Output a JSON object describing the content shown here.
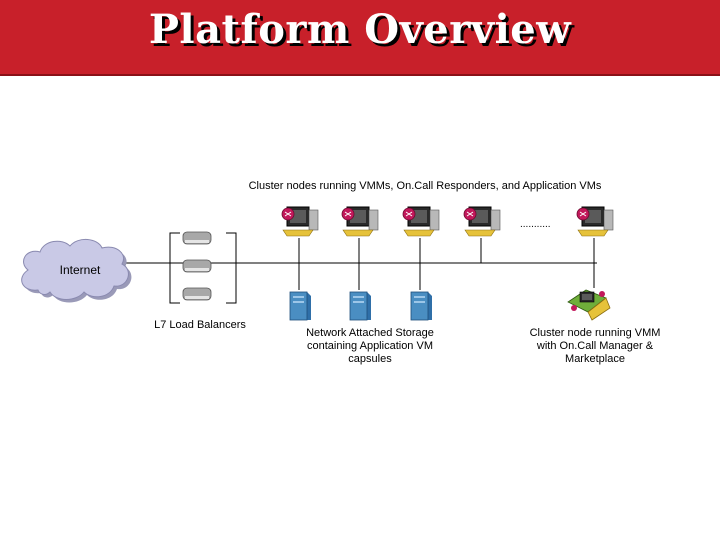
{
  "title": "Platform Overview",
  "colors": {
    "title_bg": "#c8202a",
    "cloud": "#c9c9e6",
    "server": "#4a8ec2"
  },
  "diagram": {
    "cluster_caption": "Cluster nodes running VMMs, On.Call Responders, and Application VMs",
    "ellipsis": "...........",
    "internet_label": "Internet",
    "load_balancer_caption": "L7 Load Balancers",
    "nas_caption": [
      "Network Attached Storage",
      "containing Application VM",
      "capsules"
    ],
    "manager_caption": [
      "Cluster node running VMM",
      "with On.Call Manager &",
      "Marketplace"
    ]
  },
  "icons": {
    "cluster_node": "workstation-icon",
    "storage": "server-tower-icon",
    "manager_node": "manager-workstation-icon",
    "internet": "cloud-icon",
    "load_balancer": "load-balancer-icon"
  }
}
